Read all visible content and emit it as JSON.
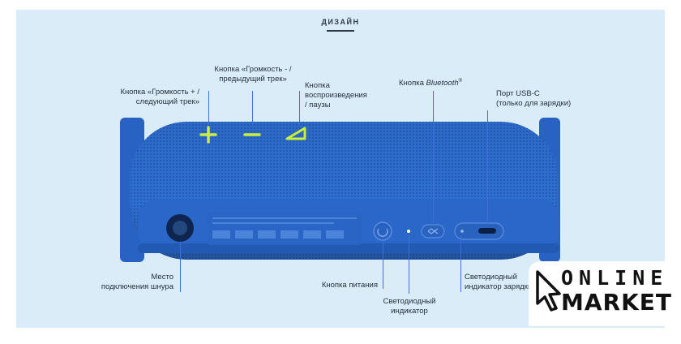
{
  "heading": "ДИЗАЙН",
  "labels": {
    "volume_up": [
      "Кнопка «Громкость + /",
      "следующий трек»"
    ],
    "volume_down": [
      "Кнопка «Громкость - /",
      "предыдущий трек»"
    ],
    "play": [
      "Кнопка",
      "воспроизведения",
      "/ паузы"
    ],
    "bluetooth_prefix": "Кнопка ",
    "bluetooth_name": "Bluetooth",
    "bluetooth_mark": "®",
    "usb": [
      "Порт USB-C",
      "(только для зарядки)"
    ],
    "strap": [
      "Место",
      "подключения шнура"
    ],
    "power": "Кнопка питания",
    "led": [
      "Светодиодный",
      "индикатор"
    ],
    "charge_led": [
      "Светодиодный",
      "индикатор зарядки"
    ]
  },
  "logo": {
    "line1": "ONLINE",
    "line2": "MARKET"
  },
  "colors": {
    "panel": "#d9ecf8",
    "speaker_blue": "#2f6fd1",
    "button_accent": "#c9ef3a",
    "leader": "#3d6fd6"
  }
}
